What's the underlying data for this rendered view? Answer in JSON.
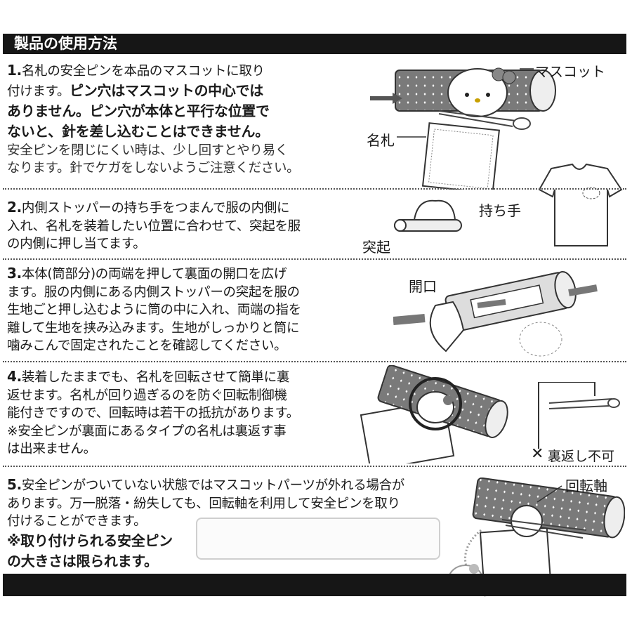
{
  "header": {
    "title": "製品の使用方法"
  },
  "steps": [
    {
      "num": "1.",
      "lines": [
        "名札の安全ピンを本品のマスコットに取り",
        "付けます。"
      ],
      "bold_inline": "ピン穴はマスコットの中心では",
      "bold_lines": [
        "ありません。ピン穴が本体と平行な位置で",
        "ないと、針を差し込むことはできません。"
      ],
      "note_lines": [
        "安全ピンを閉じにくい時は、少し回すとやり易く",
        "なります。針でケガをしないようご注意ください。"
      ],
      "labels": {
        "mascot": "マスコット",
        "name_tag": "名札"
      }
    },
    {
      "num": "2.",
      "lines": [
        "内側ストッパーの持ち手をつまんで服の内側に",
        "入れ、名札を装着したい位置に合わせて、突起を服",
        "の内側に押し当てます。"
      ],
      "labels": {
        "handle": "持ち手",
        "protrusion": "突起"
      }
    },
    {
      "num": "3.",
      "lines": [
        "本体(筒部分)の両端を押して裏面の開口を広げ",
        "ます。服の内側にある内側ストッパーの突起を服の",
        "生地ごと押し込むように筒の中に入れ、両端の指を",
        "離して生地を挟み込みます。生地がしっかりと筒に",
        "噛みこんで固定されたことを確認してください。"
      ],
      "labels": {
        "opening": "開口"
      }
    },
    {
      "num": "4.",
      "lines": [
        "装着したままでも、名札を回転させて簡単に裏",
        "返せます。名札が回り過ぎるのを防ぐ回転制御機",
        "能付きですので、回転時は若干の抵抗があります。",
        "※安全ピンが裏面にあるタイプの名札は裏返す事",
        "は出来ません。"
      ],
      "labels": {
        "not_reversible": "裏返し不可",
        "cross_mark": "✕"
      }
    },
    {
      "num": "5.",
      "lines": [
        "安全ピンがついていない状態ではマスコットパーツが外れる場合が",
        "あります。万一脱落・紛失しても、回転軸を利用して安全ピンを取り",
        "付けることができます。"
      ],
      "bold_lines": [
        "※取り付けられる安全ピン",
        "の大きさは限られます。"
      ],
      "labels": {
        "rotation_axis": "回転軸"
      }
    }
  ],
  "colors": {
    "bar": "#161616",
    "tube": "#7a7a7a",
    "dots": "#ffffff",
    "ink": "#1a1a1a"
  },
  "icons": [
    "kitty-mascot-icon",
    "safety-pin-icon",
    "name-tag-icon",
    "tshirt-icon",
    "hand-icon",
    "arrow-icon"
  ]
}
